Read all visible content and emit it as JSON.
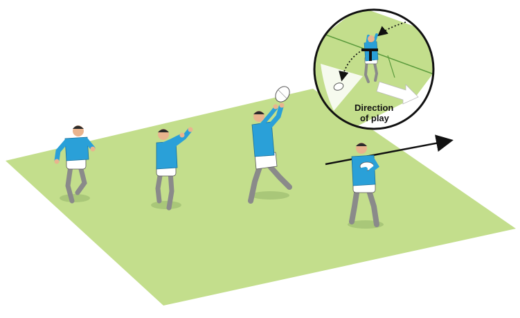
{
  "diagram": {
    "kind": "rugby-drill-illustration",
    "inset": {
      "label_line1": "Direction",
      "label_line2": "of play"
    },
    "players": [
      {
        "id": "player-1",
        "action": "support-running",
        "icon": "running-player-icon"
      },
      {
        "id": "player-2",
        "action": "hands-up-ready",
        "icon": "receiving-player-icon"
      },
      {
        "id": "player-3",
        "action": "catching-high-ball",
        "icon": "catching-player-icon"
      },
      {
        "id": "player-4",
        "action": "carrying-ball",
        "icon": "ball-carrier-icon"
      }
    ],
    "colors": {
      "pitch": "#c3de8c",
      "pitch_line": "#5a9a3c",
      "jersey": "#2aa0d8",
      "shorts": "#ffffff",
      "socks": "#8a8a8a",
      "skin": "#e9b48e",
      "hair": "#2b2b2b",
      "arrow": "#111111",
      "shadow": "#a9c779"
    }
  }
}
